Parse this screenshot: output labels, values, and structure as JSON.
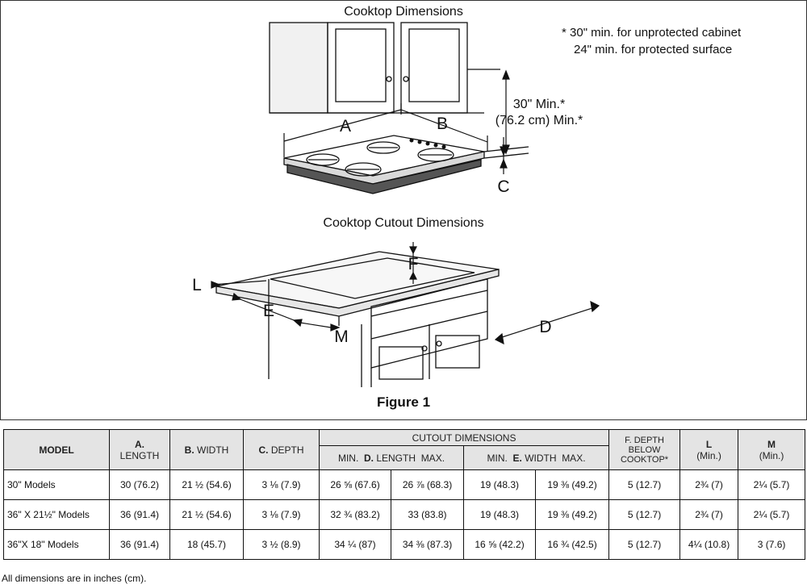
{
  "figure": {
    "top_title": "Cooktop Dimensions",
    "cutout_title": "Cooktop Cutout Dimensions",
    "caption": "Figure 1",
    "note_line1": "* 30\" min. for unprotected cabinet",
    "note_line2": "24\" min. for protected surface",
    "clearance_line1": "30\" Min.*",
    "clearance_line2": "(76.2 cm) Min.*",
    "letters": {
      "a": "A",
      "b": "B",
      "c": "C",
      "d": "D",
      "e": "E",
      "f": "F",
      "l": "L",
      "m": "M"
    }
  },
  "table": {
    "headers": {
      "model": "MODEL",
      "a_letter": "A.",
      "a_word": "LENGTH",
      "b_letter": "B.",
      "b_word": "WIDTH",
      "c_letter": "C.",
      "c_word": "DEPTH",
      "cutout": "CUTOUT DIMENSIONS",
      "d_min": "MIN.",
      "d_letter": "D.",
      "d_word": "LENGTH",
      "d_max": "MAX.",
      "e_min": "MIN.",
      "e_letter": "E.",
      "e_word": "WIDTH",
      "e_max": "MAX.",
      "f_line1": "F. DEPTH",
      "f_line2": "BELOW",
      "f_line3": "COOKTOP*",
      "l_letter": "L",
      "l_min": "(Min.)",
      "m_letter": "M",
      "m_min": "(Min.)"
    },
    "rows": [
      [
        "30\" Models",
        "30 (76.2)",
        "21 ½ (54.6)",
        "3 ⅛ (7.9)",
        "26 ⅝ (67.6)",
        "26 ⅞ (68.3)",
        "19 (48.3)",
        "19 ⅜ (49.2)",
        "5 (12.7)",
        "2¾ (7)",
        "2¼ (5.7)"
      ],
      [
        "36\" X 21½\" Models",
        "36 (91.4)",
        "21 ½ (54.6)",
        "3 ⅛ (7.9)",
        "32 ¾ (83.2)",
        "33 (83.8)",
        "19 (48.3)",
        "19 ⅜ (49.2)",
        "5 (12.7)",
        "2¾ (7)",
        "2¼ (5.7)"
      ],
      [
        "36\"X 18\" Models",
        "36 (91.4)",
        "18 (45.7)",
        "3 ½ (8.9)",
        "34 ¼ (87)",
        "34 ⅜ (87.3)",
        "16 ⅝ (42.2)",
        "16 ¾ (42.5)",
        "5 (12.7)",
        "4¼ (10.8)",
        "3 (7.6)"
      ]
    ],
    "footnote": "All dimensions are in inches (cm)."
  }
}
